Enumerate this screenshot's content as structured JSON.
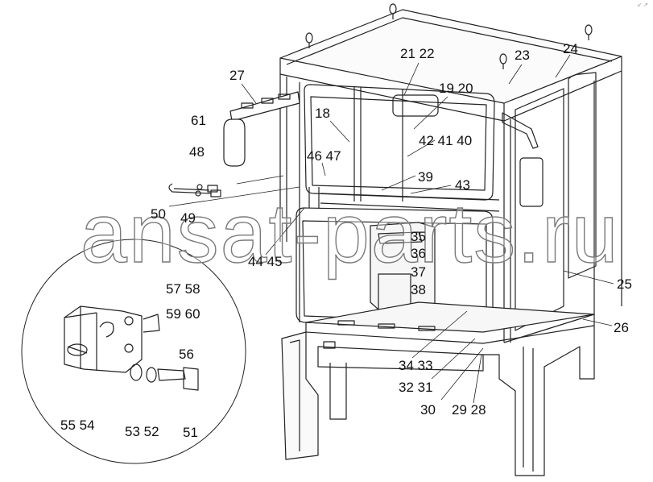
{
  "diagram": {
    "watermark": "ansat-parts.ru",
    "corner_mark": "↙ ↗",
    "callouts": [
      {
        "id": "c1",
        "text": "21 22"
      },
      {
        "id": "c2",
        "text": "23"
      },
      {
        "id": "c3",
        "text": "24"
      },
      {
        "id": "c4",
        "text": "27"
      },
      {
        "id": "c5",
        "text": "19 20"
      },
      {
        "id": "c6",
        "text": "18"
      },
      {
        "id": "c7",
        "text": "61"
      },
      {
        "id": "c8",
        "text": "42 41 40"
      },
      {
        "id": "c9",
        "text": "48"
      },
      {
        "id": "c10",
        "text": "46 47"
      },
      {
        "id": "c11",
        "text": "39"
      },
      {
        "id": "c12",
        "text": "43"
      },
      {
        "id": "c13",
        "text": "50"
      },
      {
        "id": "c14",
        "text": "49"
      },
      {
        "id": "c15",
        "text": "35"
      },
      {
        "id": "c16",
        "text": "36"
      },
      {
        "id": "c17",
        "text": "44 45"
      },
      {
        "id": "c18",
        "text": "37"
      },
      {
        "id": "c19",
        "text": "38"
      },
      {
        "id": "c20",
        "text": "25"
      },
      {
        "id": "c21",
        "text": "57 58"
      },
      {
        "id": "c22",
        "text": "59 60"
      },
      {
        "id": "c23",
        "text": "26"
      },
      {
        "id": "c24",
        "text": "56"
      },
      {
        "id": "c25",
        "text": "34 33"
      },
      {
        "id": "c26",
        "text": "32 31"
      },
      {
        "id": "c27",
        "text": "30"
      },
      {
        "id": "c28",
        "text": "29 28"
      },
      {
        "id": "c29",
        "text": "55 54"
      },
      {
        "id": "c30",
        "text": "53 52"
      },
      {
        "id": "c31",
        "text": "51"
      }
    ]
  }
}
